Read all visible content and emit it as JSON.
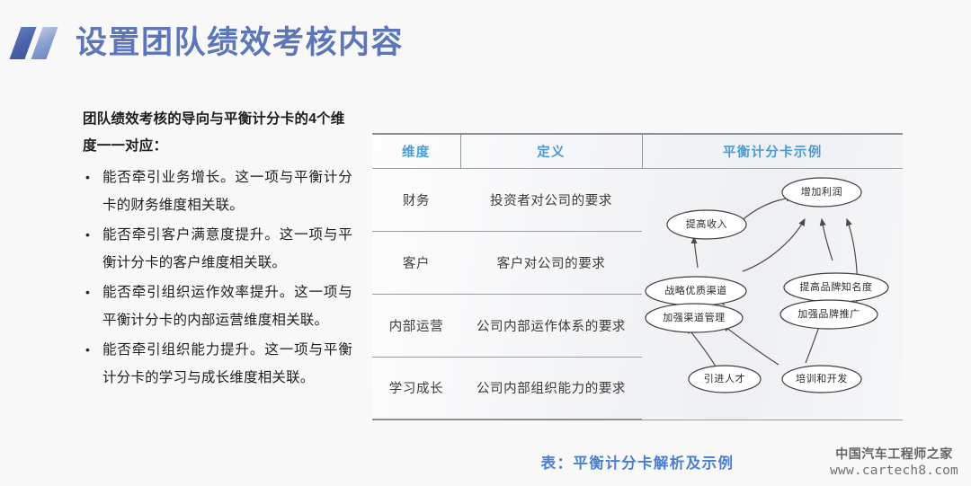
{
  "title": {
    "text": "设置团队绩效考核内容",
    "accent_color": "#5d76b8",
    "mark_primary_color": "#4a62a8",
    "mark_secondary_color": "#8fa3d2"
  },
  "content": {
    "lead_paragraph": "团队绩效考核的导向与平衡计分卡的4个维度一一对应：",
    "bullet_marker": "•",
    "bullets": [
      "能否牵引业务增长。这一项与平衡计分卡的财务维度相关联。",
      "能否牵引客户满意度提升。这一项与平衡计分卡的客户维度相关联。",
      "能否牵引组织运作效率提升。这一项与平衡计分卡的内部运营维度相关联。",
      "能否牵引组织能力提升。这一项与平衡计分卡的学习与成长维度相关联。"
    ]
  },
  "table": {
    "header_color": "#4a9bd4",
    "columns": [
      "维度",
      "定义",
      "平衡计分卡示例"
    ],
    "rows": [
      {
        "dimension": "财务",
        "definition": "投资者对公司的要求"
      },
      {
        "dimension": "客户",
        "definition": "客户对公司的要求"
      },
      {
        "dimension": "内部运营",
        "definition": "公司内部运作体系的要求"
      },
      {
        "dimension": "学习成长",
        "definition": "公司内部组织能力的要求"
      }
    ],
    "caption": "表：平衡计分卡解析及示例",
    "caption_color": "#4a7fd0"
  },
  "diagram": {
    "nodes": [
      {
        "id": "profit",
        "label": "增加利润"
      },
      {
        "id": "revenue",
        "label": "提高收入"
      },
      {
        "id": "channel",
        "label": "战略优质渠道"
      },
      {
        "id": "brand_know",
        "label": "提高品牌知名度"
      },
      {
        "id": "channel_mg",
        "label": "加强渠道管理"
      },
      {
        "id": "brand_promo",
        "label": "加强品牌推广"
      },
      {
        "id": "talent",
        "label": "引进人才"
      },
      {
        "id": "training",
        "label": "培训和开发"
      }
    ],
    "edges": [
      {
        "from": "revenue",
        "to": "profit"
      },
      {
        "from": "channel",
        "to": "revenue"
      },
      {
        "from": "channel",
        "to": "profit"
      },
      {
        "from": "brand_know",
        "to": "profit"
      },
      {
        "from": "brand_promo",
        "to": "profit"
      },
      {
        "from": "channel_mg",
        "to": "channel"
      },
      {
        "from": "brand_promo",
        "to": "brand_know"
      },
      {
        "from": "talent",
        "to": "channel_mg"
      },
      {
        "from": "training",
        "to": "channel_mg"
      },
      {
        "from": "training",
        "to": "brand_promo"
      }
    ]
  },
  "watermark": {
    "name_cn": "中国汽车工程师之家",
    "url": "www.cartech8.com"
  }
}
